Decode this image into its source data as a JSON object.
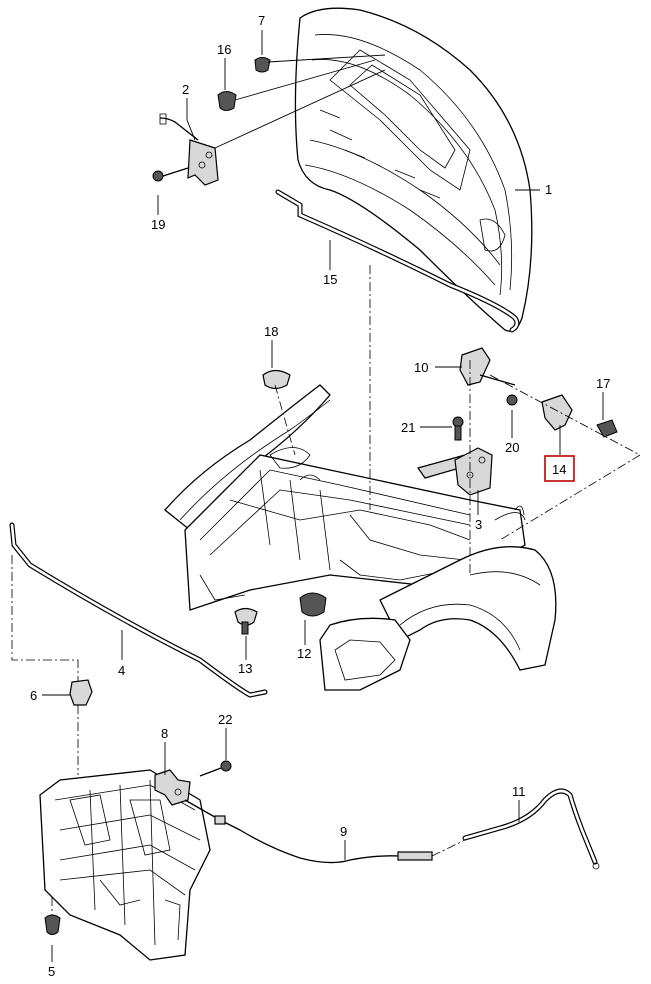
{
  "diagram": {
    "callouts": [
      {
        "id": "c1",
        "label": "1"
      },
      {
        "id": "c2",
        "label": "2"
      },
      {
        "id": "c3",
        "label": "3"
      },
      {
        "id": "c4",
        "label": "4"
      },
      {
        "id": "c5",
        "label": "5"
      },
      {
        "id": "c6",
        "label": "6"
      },
      {
        "id": "c7",
        "label": "7"
      },
      {
        "id": "c8",
        "label": "8"
      },
      {
        "id": "c9",
        "label": "9"
      },
      {
        "id": "c10",
        "label": "10"
      },
      {
        "id": "c11",
        "label": "11"
      },
      {
        "id": "c12",
        "label": "12"
      },
      {
        "id": "c13",
        "label": "13"
      },
      {
        "id": "c14",
        "label": "14"
      },
      {
        "id": "c15",
        "label": "15"
      },
      {
        "id": "c16",
        "label": "16"
      },
      {
        "id": "c17",
        "label": "17"
      },
      {
        "id": "c18",
        "label": "18"
      },
      {
        "id": "c19",
        "label": "19"
      },
      {
        "id": "c20",
        "label": "20"
      },
      {
        "id": "c21",
        "label": "21"
      },
      {
        "id": "c22",
        "label": "22"
      }
    ],
    "highlight_callout": "14",
    "highlight_color": "#c00000",
    "line_color": "#000000",
    "background": "#ffffff"
  }
}
